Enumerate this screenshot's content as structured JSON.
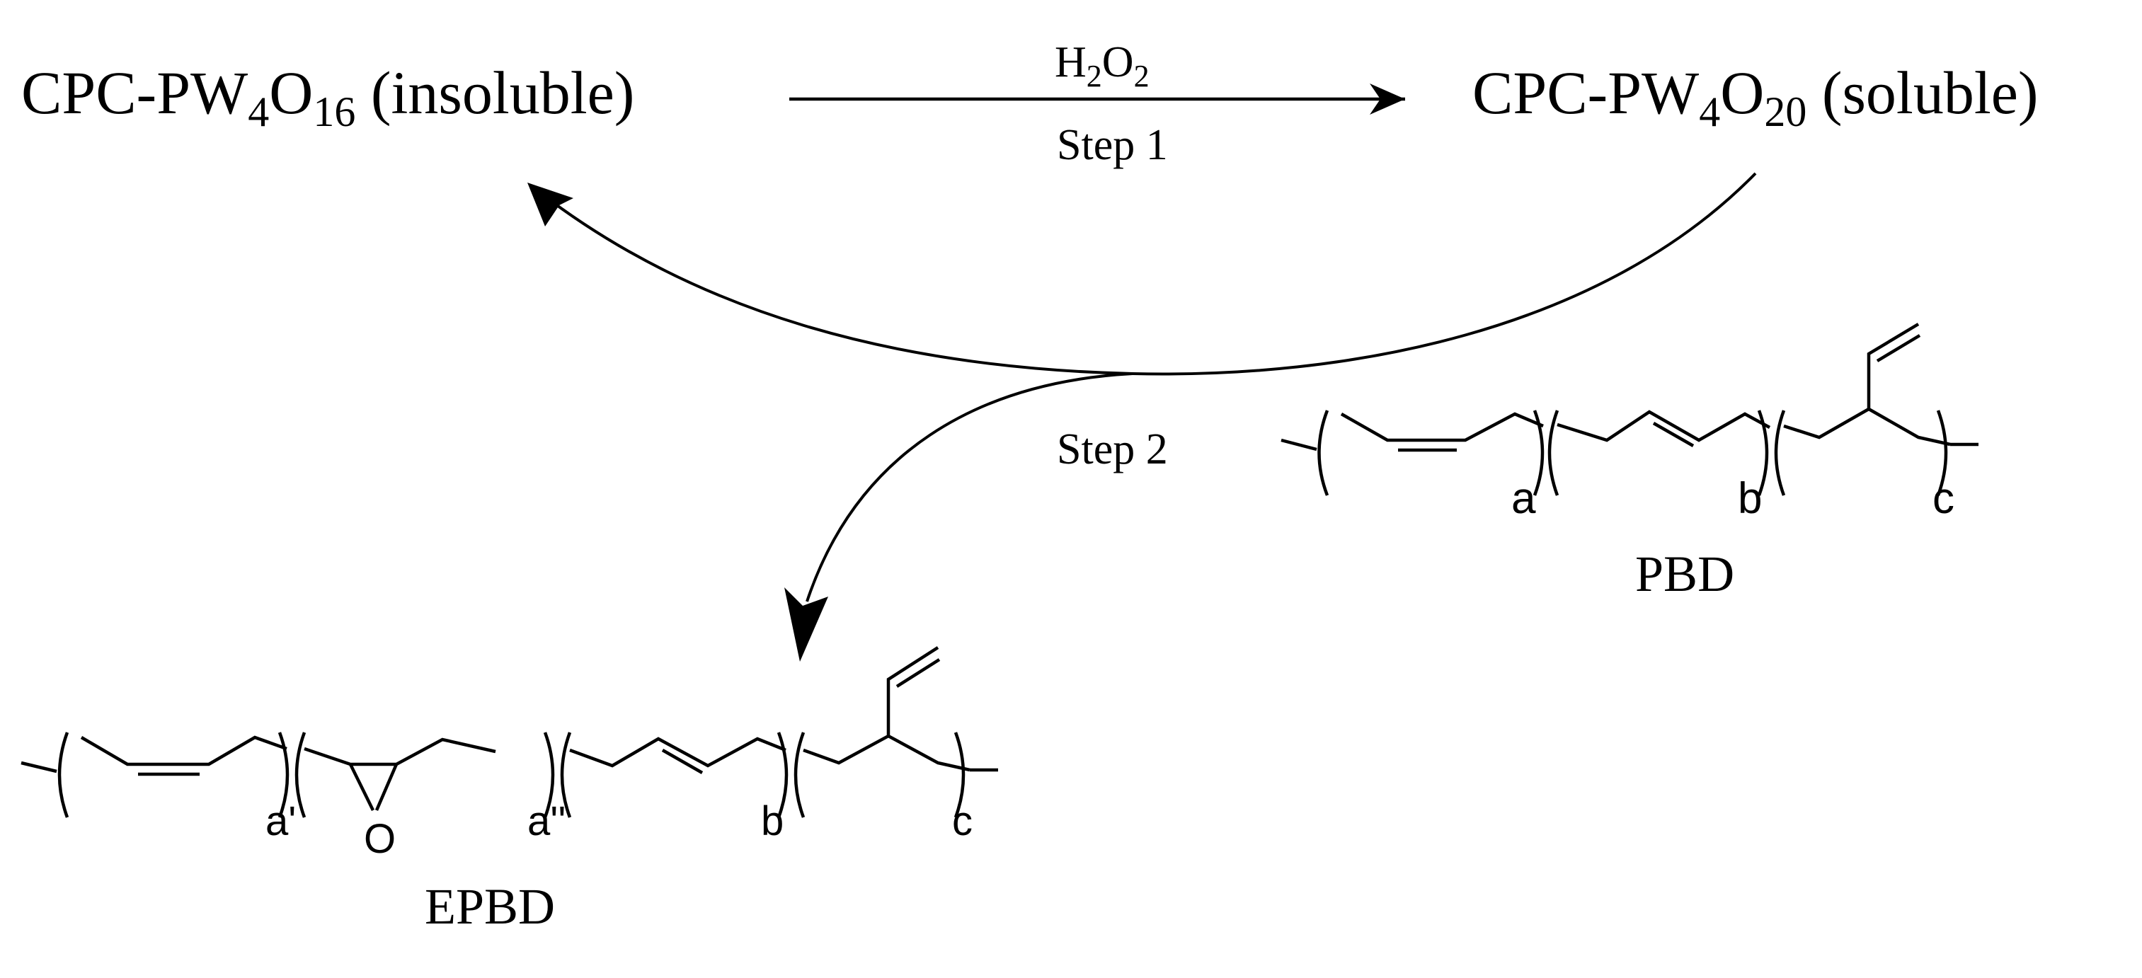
{
  "reactant": {
    "formula_prefix": "CPC-PW",
    "w_subscript": "4",
    "o_symbol": "O",
    "o_subscript": "16",
    "state": " (insoluble)"
  },
  "product": {
    "formula_prefix": "CPC-PW",
    "w_subscript": "4",
    "o_symbol": "O",
    "o_subscript": "20",
    "state": " (soluble)"
  },
  "oxidant": {
    "h": "H",
    "h_subscript": "2",
    "o": "O",
    "o_subscript": "2"
  },
  "step1_label": "Step 1",
  "step2_label": "Step 2",
  "pbd": {
    "name": "PBD",
    "subscripts": [
      "a",
      "b",
      "c"
    ]
  },
  "epbd": {
    "name": "EPBD",
    "subscripts": [
      "a'",
      "a''",
      "b",
      "c"
    ],
    "epoxide_oxygen": "O"
  },
  "colors": {
    "ink": "#000000",
    "background": "#ffffff"
  }
}
